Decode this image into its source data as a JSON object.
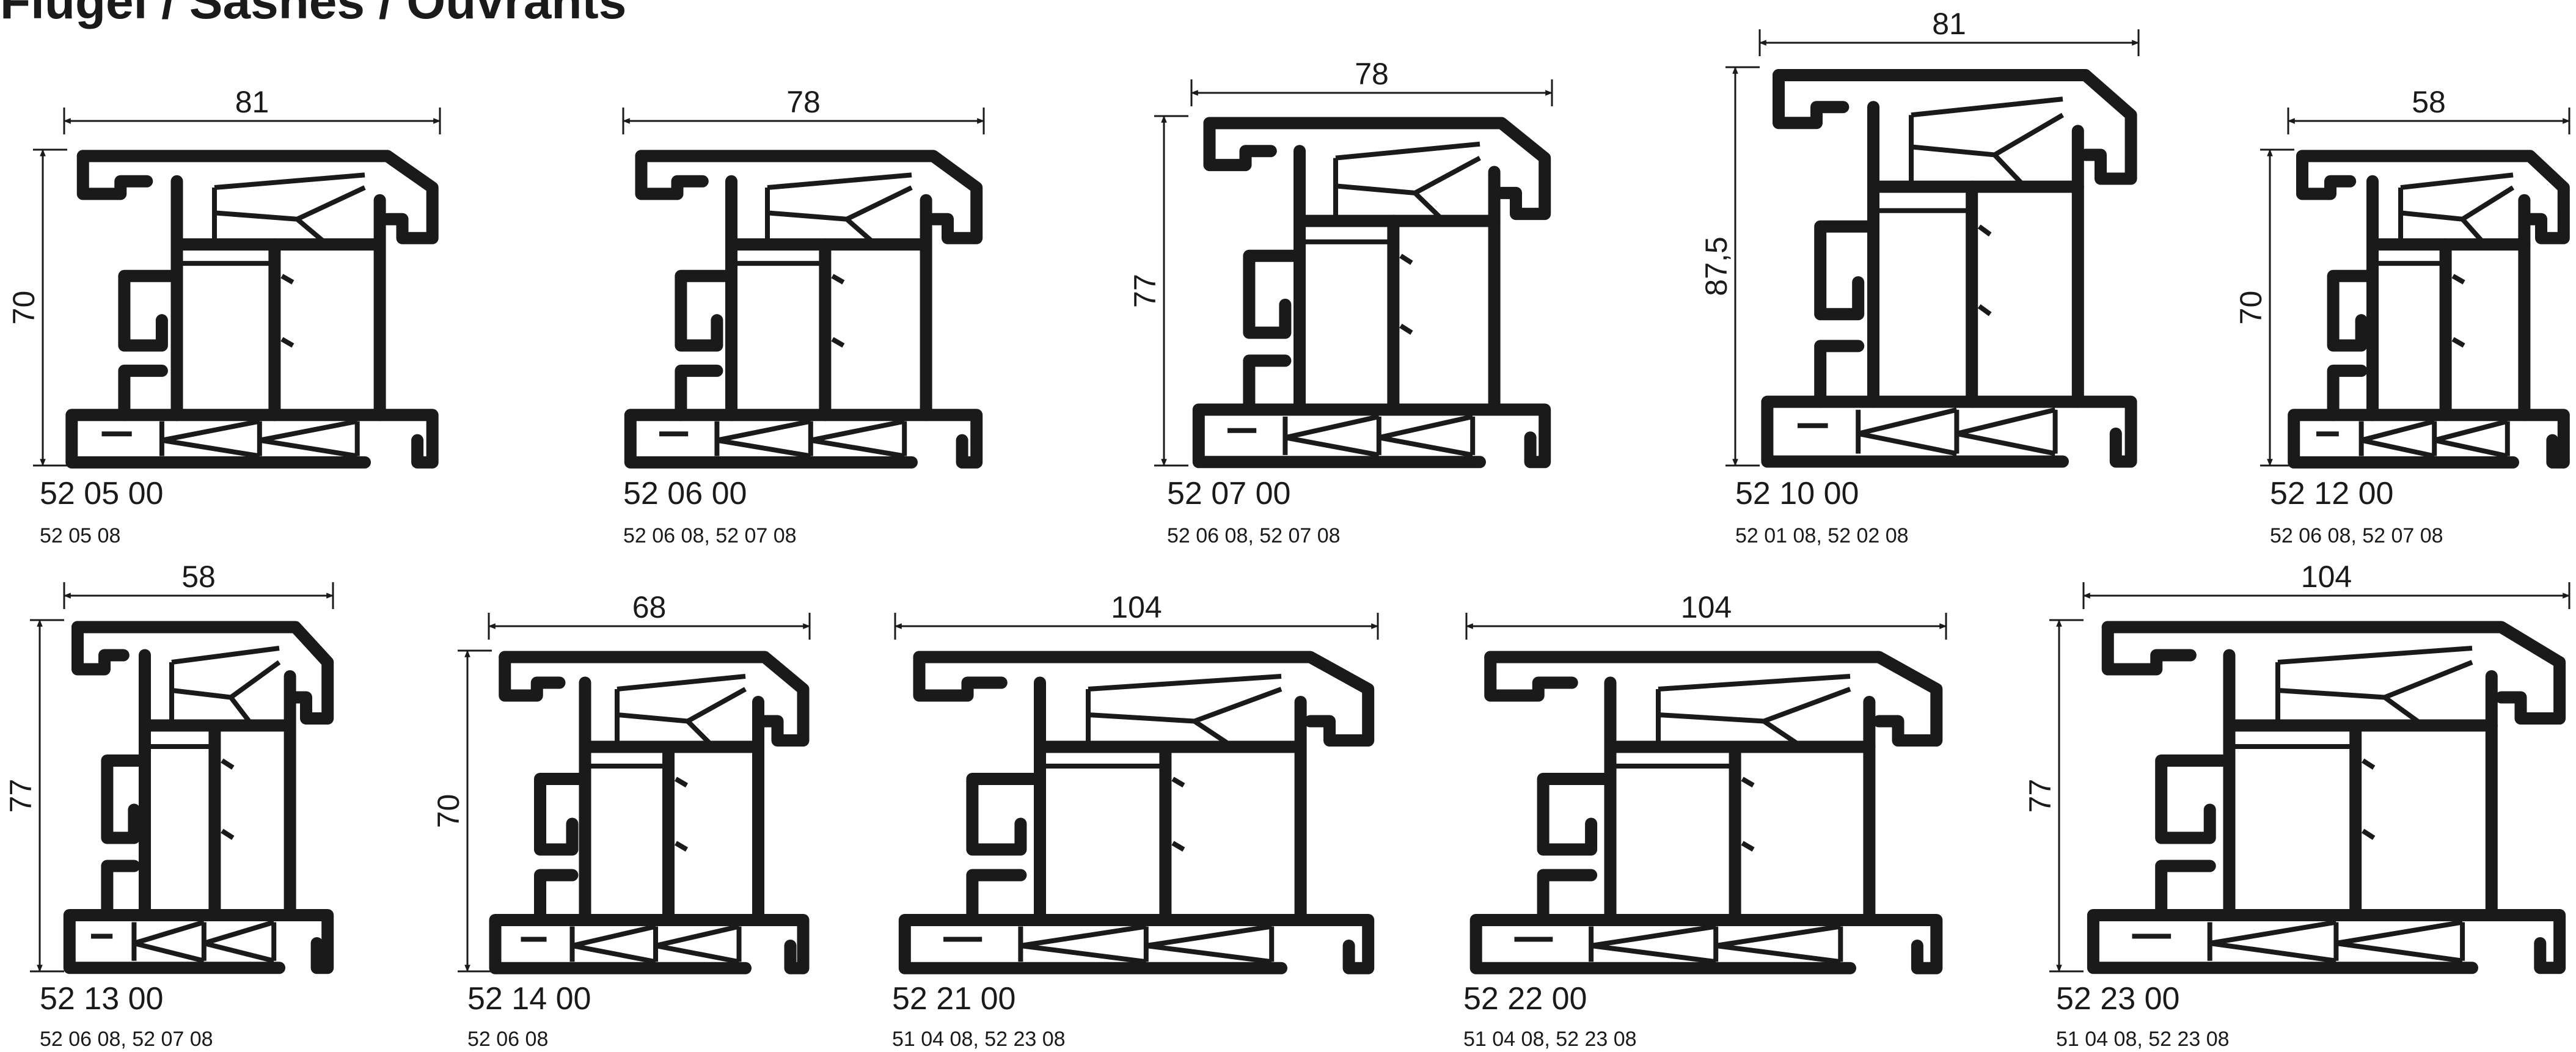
{
  "title": "Flügel / Sashes / Ouvrants",
  "profiles": [
    {
      "code": "52 05 00",
      "refs": "52 05 08",
      "width": "81",
      "height": "70"
    },
    {
      "code": "52 06 00",
      "refs": "52 06 08, 52 07 08",
      "width": "78",
      "height": ""
    },
    {
      "code": "52 07 00",
      "refs": "52 06 08, 52 07 08",
      "width": "78",
      "height": "77"
    },
    {
      "code": "52 10 00",
      "refs": "52 01 08, 52 02 08",
      "width": "81",
      "height": "87,5"
    },
    {
      "code": "52 12 00",
      "refs": "52 06 08, 52 07 08",
      "width": "58",
      "height": "70"
    },
    {
      "code": "52 13 00",
      "refs": "52 06 08, 52 07 08",
      "width": "58",
      "height": "77"
    },
    {
      "code": "52 14 00",
      "refs": "52 06 08",
      "width": "68",
      "height": "70"
    },
    {
      "code": "52 21 00",
      "refs": "51 04 08, 52 23 08",
      "width": "104",
      "height": ""
    },
    {
      "code": "52 22 00",
      "refs": "51 04 08, 52 23 08",
      "width": "104",
      "height": ""
    },
    {
      "code": "52 23 00",
      "refs": "51 04 08, 52 23 08",
      "width": "104",
      "height": "77"
    }
  ]
}
